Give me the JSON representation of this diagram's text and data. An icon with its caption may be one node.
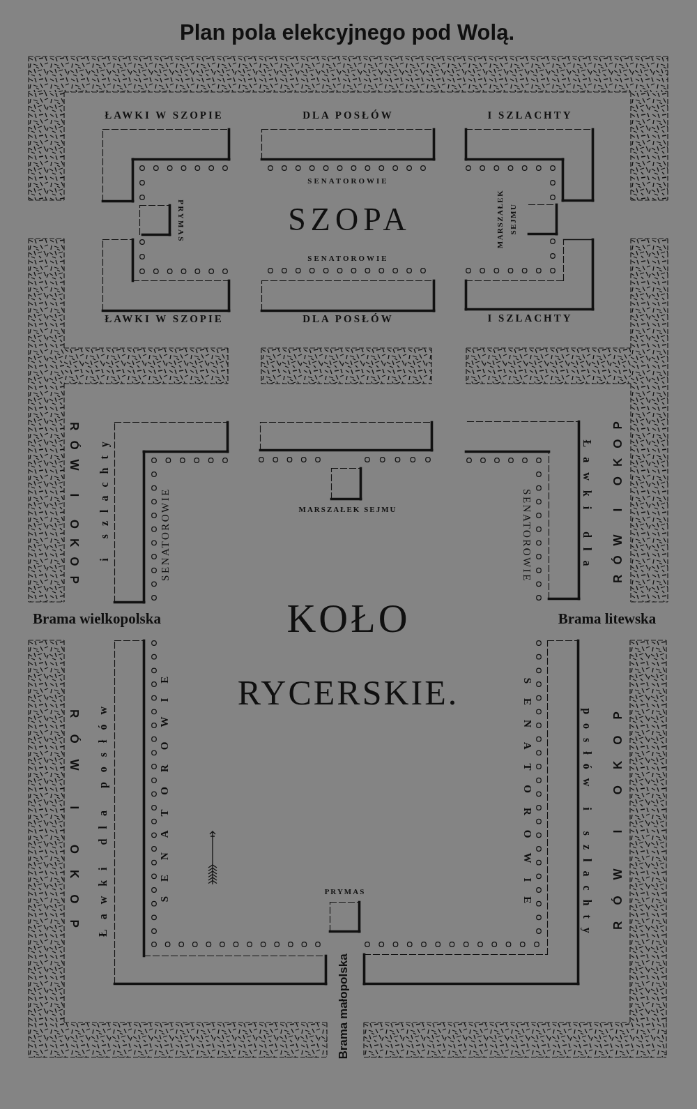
{
  "diagram": {
    "title": "Plan pola elekcyjnego pod Wolą.",
    "nodes": [
      {
        "text": [],
        "shape": "band"
      },
      {
        "text": [],
        "shape": "band"
      },
      {
        "text": [],
        "shape": "band"
      },
      {
        "text": [
          "ŁAWKI W SZOPIE"
        ]
      },
      {
        "text": [
          "DLA POSŁÓW"
        ]
      },
      {
        "text": [
          "I SZLACHTY"
        ]
      },
      {
        "text": [
          "PRYMAS"
        ]
      },
      {
        "text": [
          "MARSZAŁEK SEJMU"
        ]
      },
      {
        "text": [
          "ŁAWKI W SZOPIE"
        ]
      },
      {
        "text": [
          "DLA POSŁÓW"
        ]
      },
      {
        "text": [
          "I SZLACHTY"
        ]
      },
      {
        "text": [],
        "shape": "band",
        "beside": [
          "RÓW I OKOP"
        ]
      },
      {
        "text": [],
        "shape": "band",
        "beside": [
          "RÓW I OKOP"
        ]
      },
      {
        "text": [],
        "shape": "band"
      },
      {
        "text": [],
        "shape": "band"
      },
      {
        "text": [],
        "shape": "band"
      },
      {
        "text": [
          "i szlachty"
        ]
      },
      {
        "text": [],
        "shape": "box"
      },
      {
        "text": [
          "Ławki dla"
        ]
      },
      {
        "text": [
          "MARSZAŁEK SEJMU"
        ]
      },
      {
        "text": [],
        "shape": "band",
        "beside": [
          "RÓW I OKOP"
        ]
      },
      {
        "text": [],
        "shape": "band",
        "beside": [
          "RÓW I OKOP"
        ]
      },
      {
        "text": [
          "Ławki dla posłów"
        ]
      },
      {
        "text": [
          "PRYMAS"
        ]
      },
      {
        "text": [
          "posłów i szlachty"
        ]
      },
      {
        "text": [],
        "shape": "band"
      },
      {
        "text": [],
        "shape": "band"
      }
    ],
    "labels": [
      "SENATOROWIE",
      "SZOPA",
      "SENATOROWIE",
      "SENATOROWIE",
      "SENATOROWIE",
      "KOŁO",
      "Brama wielkopolska",
      "Brama litewska",
      "RYCERSKIE.",
      "SENATOROWIE",
      "SENATOROWIE",
      "Brama małopolska"
    ]
  }
}
